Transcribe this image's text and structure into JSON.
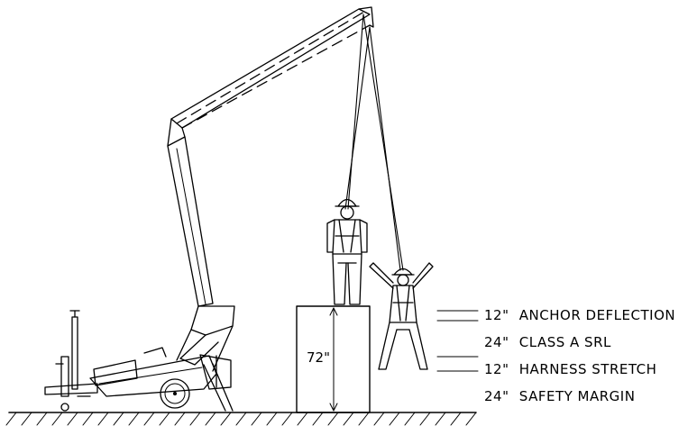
{
  "diagram": {
    "platform_height_label": "72\"",
    "fall_clearance_items": [
      {
        "amount": "12\"",
        "label": "ANCHOR DEFLECTION"
      },
      {
        "amount": "24\"",
        "label": "CLASS A SRL"
      },
      {
        "amount": "12\"",
        "label": "HARNESS STRETCH"
      },
      {
        "amount": "24\"",
        "label": "SAFETY MARGIN"
      }
    ]
  },
  "colors": {
    "line": "#000000",
    "background": "#ffffff"
  }
}
